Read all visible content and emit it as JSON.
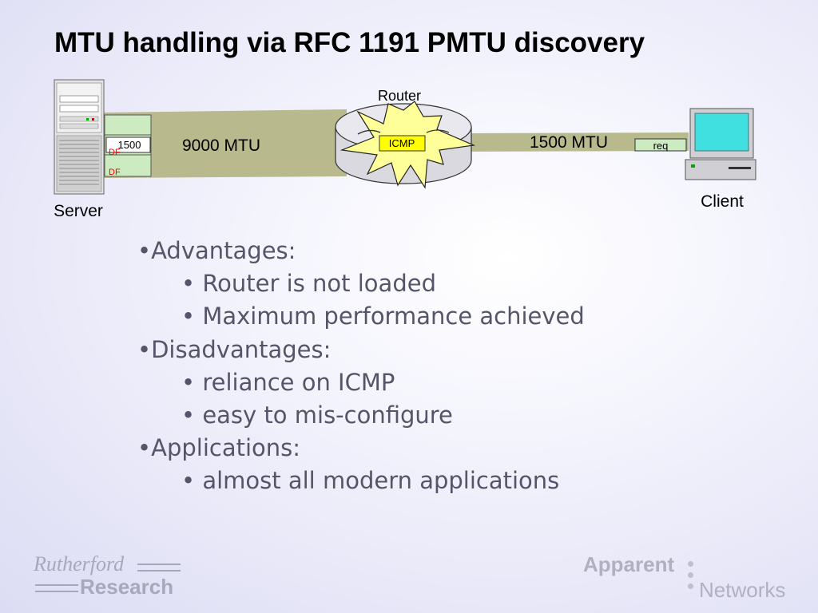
{
  "slide": {
    "title": "MTU handling via RFC 1191 PMTU discovery"
  },
  "diagram": {
    "router_label": "Router",
    "server_label": "Server",
    "client_label": "Client",
    "left_link_label": "9000 MTU",
    "right_link_label": "1500 MTU",
    "icmp_label": "ICMP",
    "packet_size_label": "1500",
    "df_flag_1": "DF",
    "df_flag_2": "DF",
    "request_label": "req",
    "colors": {
      "link": "#b9b98e",
      "router_body": "#d9d9df",
      "star": "#ffff99",
      "icmp_box": "#ffff00",
      "packet": "#ccebc0",
      "df_text": "#ff0000",
      "screen": "#40e0e0"
    }
  },
  "content": {
    "bullets": [
      {
        "text": "•Advantages:",
        "level": 0
      },
      {
        "text": "• Router is not loaded",
        "level": 1
      },
      {
        "text": "• Maximum performance achieved",
        "level": 1
      },
      {
        "text": "•Disadvantages:",
        "level": 0
      },
      {
        "text": "• reliance on ICMP",
        "level": 1
      },
      {
        "text": "• easy to mis-configure",
        "level": 1
      },
      {
        "text": "•Applications:",
        "level": 0
      },
      {
        "text": "• almost all modern applications",
        "level": 1
      }
    ]
  },
  "footer": {
    "left_logo_top": "Rutherford",
    "left_logo_bottom": "Research",
    "right_logo_top": "Apparent",
    "right_logo_bottom": "Networks"
  }
}
